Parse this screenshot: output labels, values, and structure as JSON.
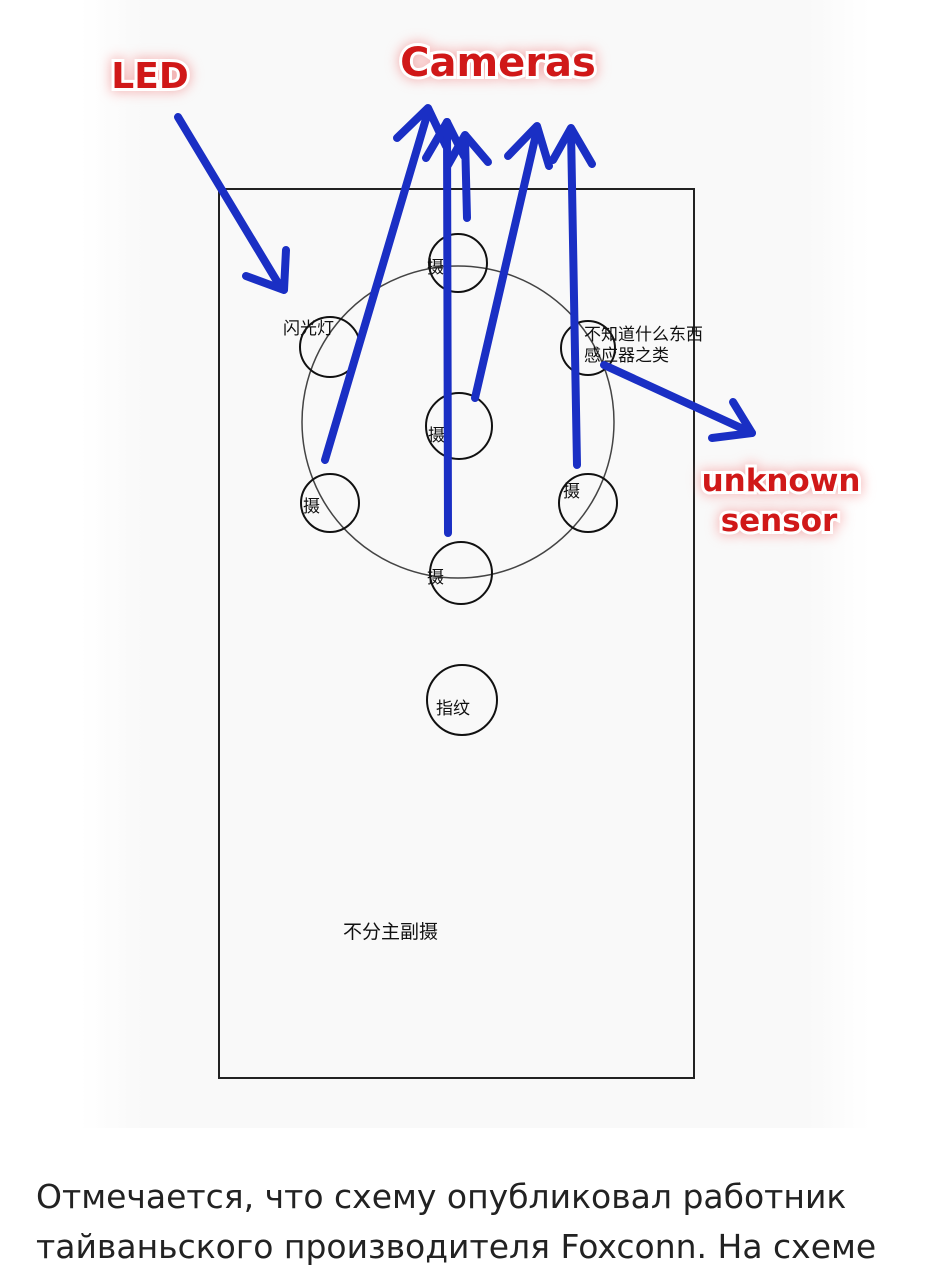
{
  "labels": {
    "led": "LED",
    "cameras": "Cameras",
    "unknown_sensor_line1": "unknown",
    "unknown_sensor_line2": "sensor"
  },
  "diagram_text": {
    "flash": "闪光灯",
    "unknown_line1": "不知道什么东西",
    "unknown_line2": "感应器之类",
    "camera_char": "摄",
    "fingerprint": "指纹",
    "no_main_sub": "不分主副摄"
  },
  "caption": {
    "line1": "Отмечается, что схему опубликовал работник",
    "line2": "тайваньского производителя Foxconn. На схеме"
  },
  "colors": {
    "arrow": "#1a2fc4",
    "label": "#d01818",
    "outline": "#222222"
  }
}
